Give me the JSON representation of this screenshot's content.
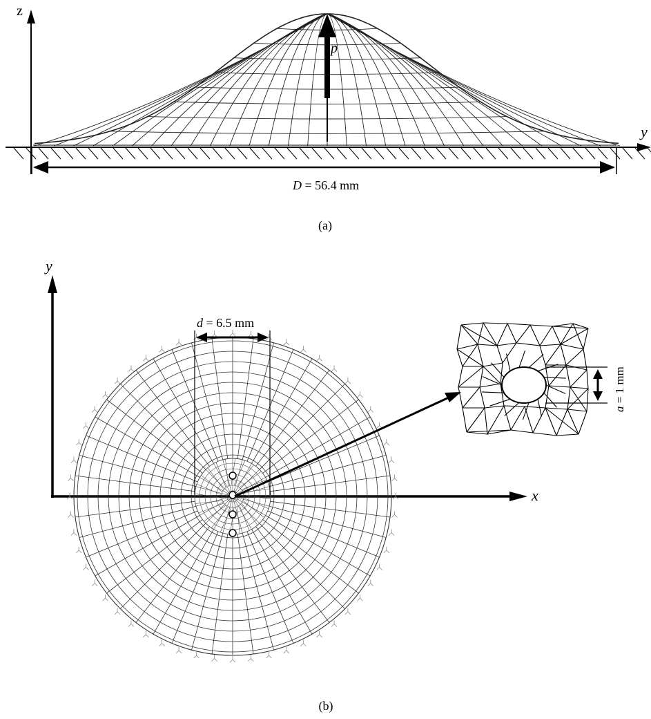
{
  "figure": {
    "panel_a": {
      "caption": "(a)",
      "axis_z": "z",
      "axis_y": "y",
      "load_label": "p",
      "dimension": {
        "symbol": "D",
        "text": " = 56.4 mm"
      }
    },
    "panel_b": {
      "caption": "(b)",
      "axis_x": "x",
      "axis_y": "y",
      "inner_dimension": {
        "symbol": "d",
        "text": " = 6.5 mm"
      },
      "hole_dimension": {
        "symbol": "a",
        "text": " = 1 mm"
      }
    }
  },
  "colors": {
    "line": "#000000",
    "mesh": "#222222",
    "background": "#ffffff"
  }
}
